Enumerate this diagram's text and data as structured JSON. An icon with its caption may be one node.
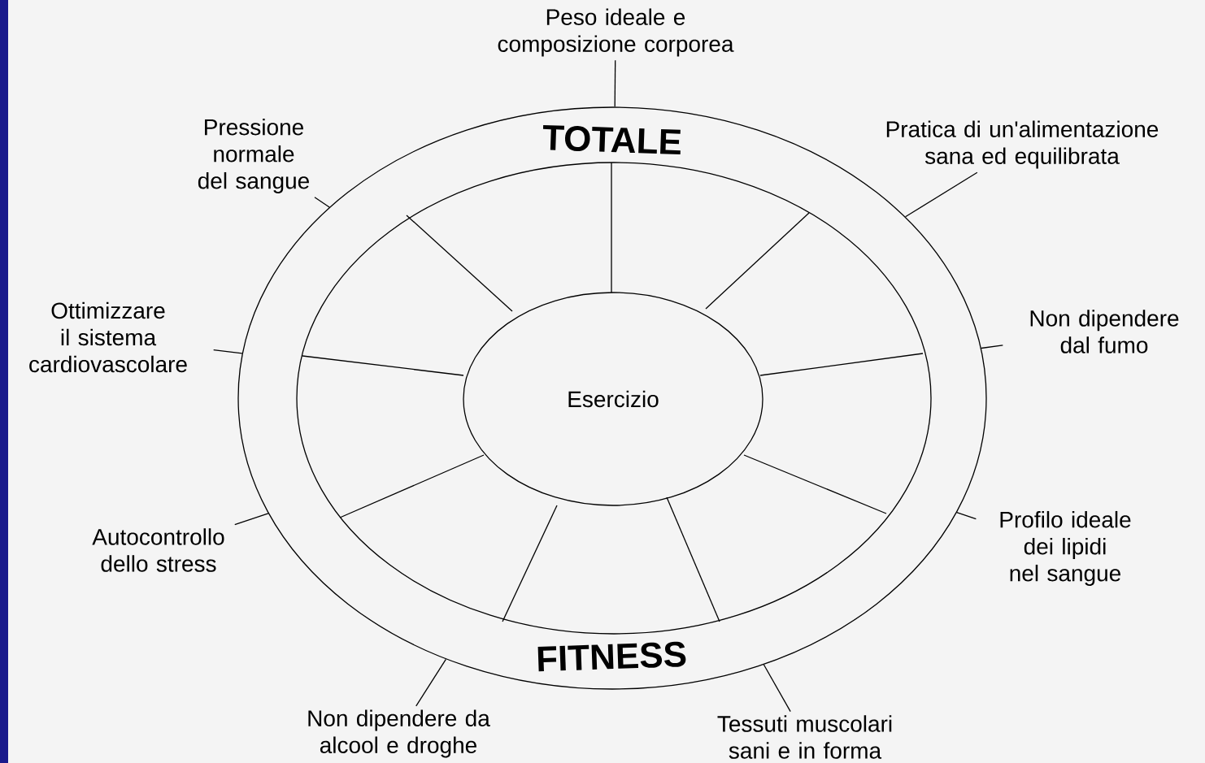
{
  "diagram": {
    "nodes": [
      {
        "text": [
          "TOTALE",
          "FITNESS"
        ]
      },
      {
        "text": [
          "Esercizio"
        ],
        "in": 0
      },
      {
        "text": [
          "Peso ideale e composizione corporea"
        ]
      },
      {
        "text": [
          "Pressione normale del sangue"
        ]
      },
      {
        "text": [
          "Pratica di un'alimentazione sana ed equilibrata"
        ]
      },
      {
        "text": [
          "Ottimizzare il sistema cardiovascolare"
        ]
      },
      {
        "text": [
          "Non dipendere dal fumo"
        ]
      },
      {
        "text": [
          "Autocontrollo dello stress"
        ]
      },
      {
        "text": [
          "Profilo ideale dei lipidi nel sangue"
        ]
      },
      {
        "text": [
          "Non dipendere da alcool e droghe"
        ]
      },
      {
        "text": [
          "Tessuti muscolari sani e in forma"
        ]
      }
    ],
    "edges": [
      {
        "from": 2,
        "to": 0,
        "arrow": "none"
      },
      {
        "from": 3,
        "to": 0,
        "arrow": "none"
      },
      {
        "from": 4,
        "to": 0,
        "arrow": "none"
      },
      {
        "from": 5,
        "to": 0,
        "arrow": "none"
      },
      {
        "from": 6,
        "to": 0,
        "arrow": "none"
      },
      {
        "from": 7,
        "to": 0,
        "arrow": "none"
      },
      {
        "from": 8,
        "to": 0,
        "arrow": "none"
      },
      {
        "from": 9,
        "to": 0,
        "arrow": "none"
      },
      {
        "from": 10,
        "to": 0,
        "arrow": "none"
      }
    ]
  }
}
